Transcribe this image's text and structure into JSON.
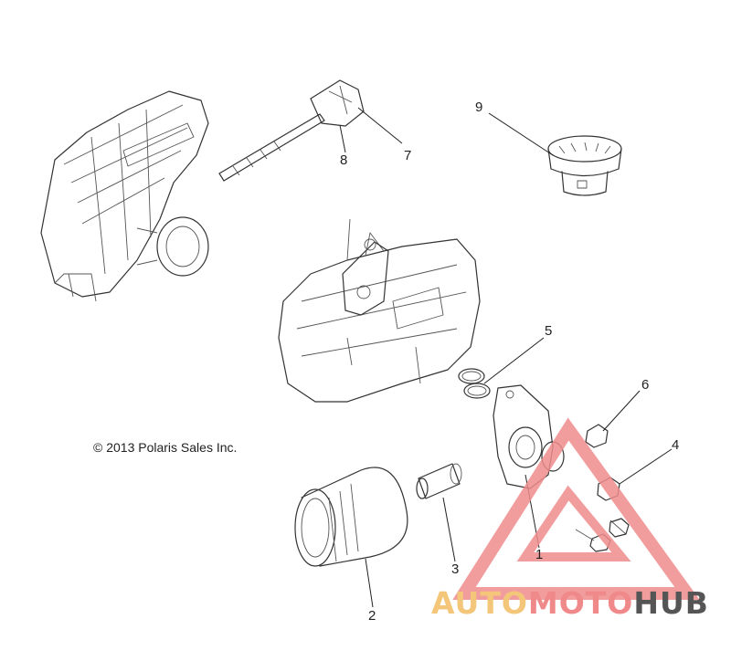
{
  "copyright": "© 2013 Polaris Sales Inc.",
  "callouts": [
    {
      "id": "1",
      "label": "1"
    },
    {
      "id": "2",
      "label": "2"
    },
    {
      "id": "3",
      "label": "3"
    },
    {
      "id": "4",
      "label": "4"
    },
    {
      "id": "5",
      "label": "5"
    },
    {
      "id": "6",
      "label": "6"
    },
    {
      "id": "7",
      "label": "7"
    },
    {
      "id": "8",
      "label": "8"
    },
    {
      "id": "9",
      "label": "9"
    }
  ],
  "watermark": {
    "part1": "AUTO",
    "part2": "MOTO",
    "part3": "HUB",
    "color_auto": "#f3c67a",
    "color_moto": "#f08a8a",
    "color_hub": "#555555",
    "triangle_color": "#f08c8c"
  }
}
